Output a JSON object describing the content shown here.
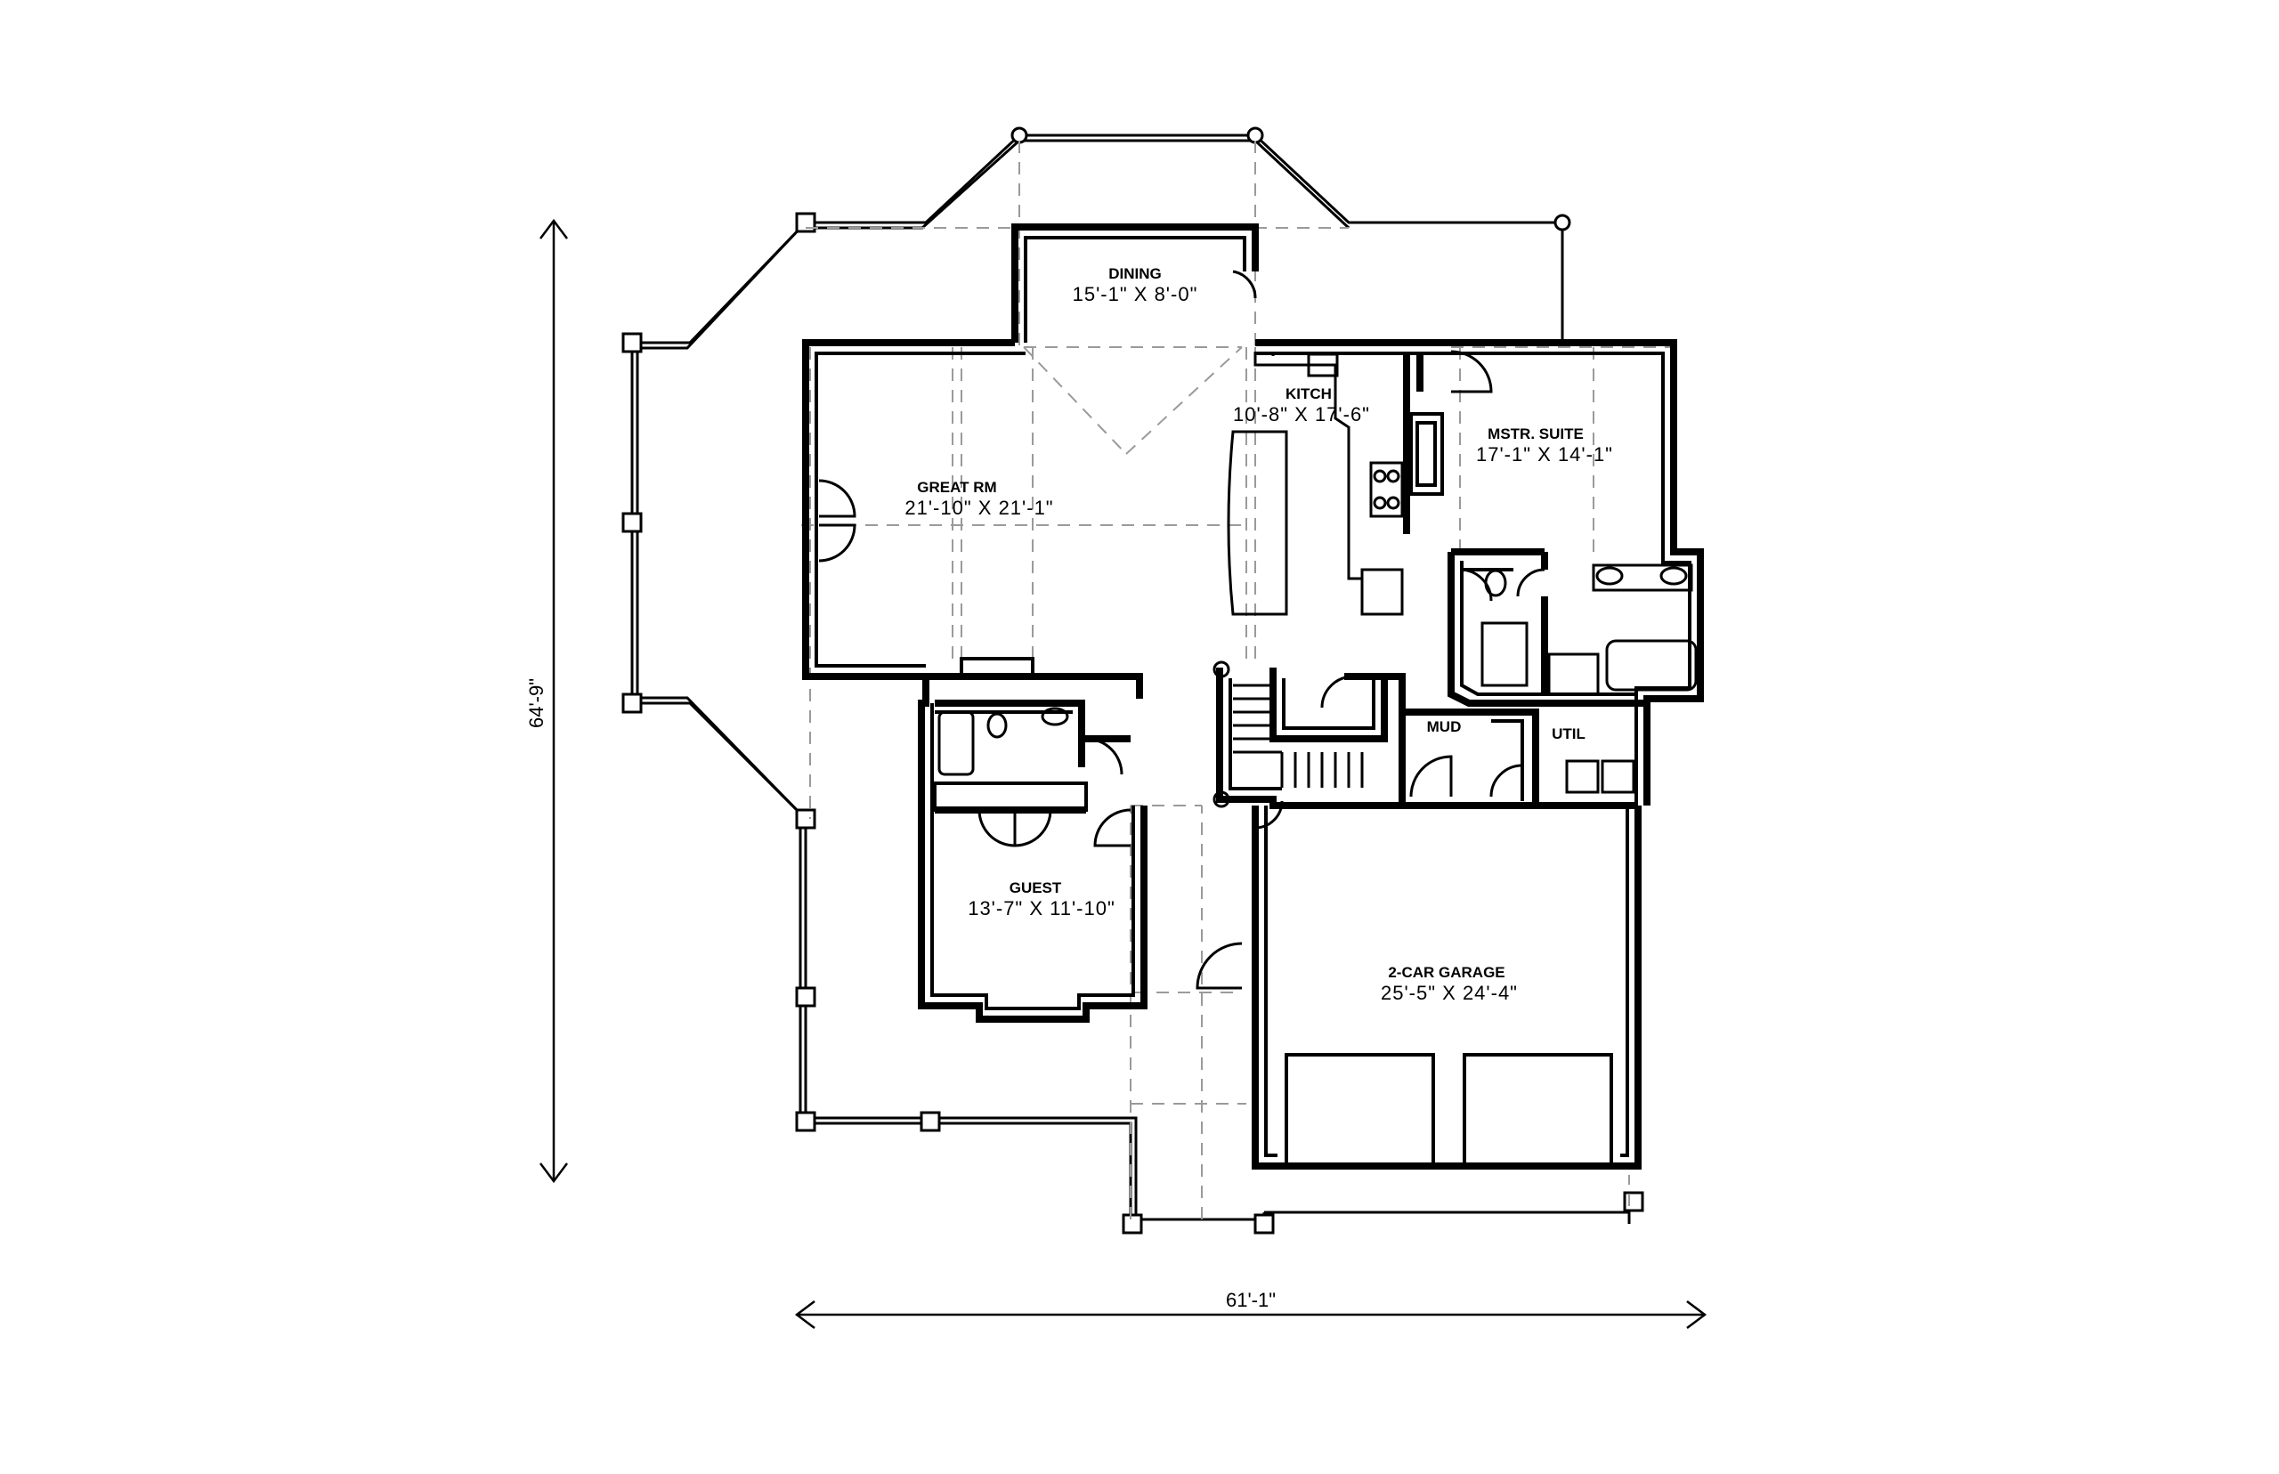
{
  "rooms": {
    "dining": {
      "name": "DINING",
      "size": "15'-1\" X 8'-0\""
    },
    "kitchen": {
      "name": "KITCH",
      "size": "10'-8\" X 17'-6\""
    },
    "great_room": {
      "name": "GREAT RM",
      "size": "21'-10\" X 21'-1\""
    },
    "master_suite": {
      "name": "MSTR. SUITE",
      "size": "17'-1\" X 14'-1\""
    },
    "guest": {
      "name": "GUEST",
      "size": "13'-7\" X 11'-10\""
    },
    "garage": {
      "name": "2-CAR GARAGE",
      "size": "25'-5\" X 24'-4\""
    },
    "mud": {
      "name": "MUD"
    },
    "util": {
      "name": "UTIL"
    }
  },
  "dimensions": {
    "overall_width": "61'-1\"",
    "overall_depth": "64'-9\""
  }
}
